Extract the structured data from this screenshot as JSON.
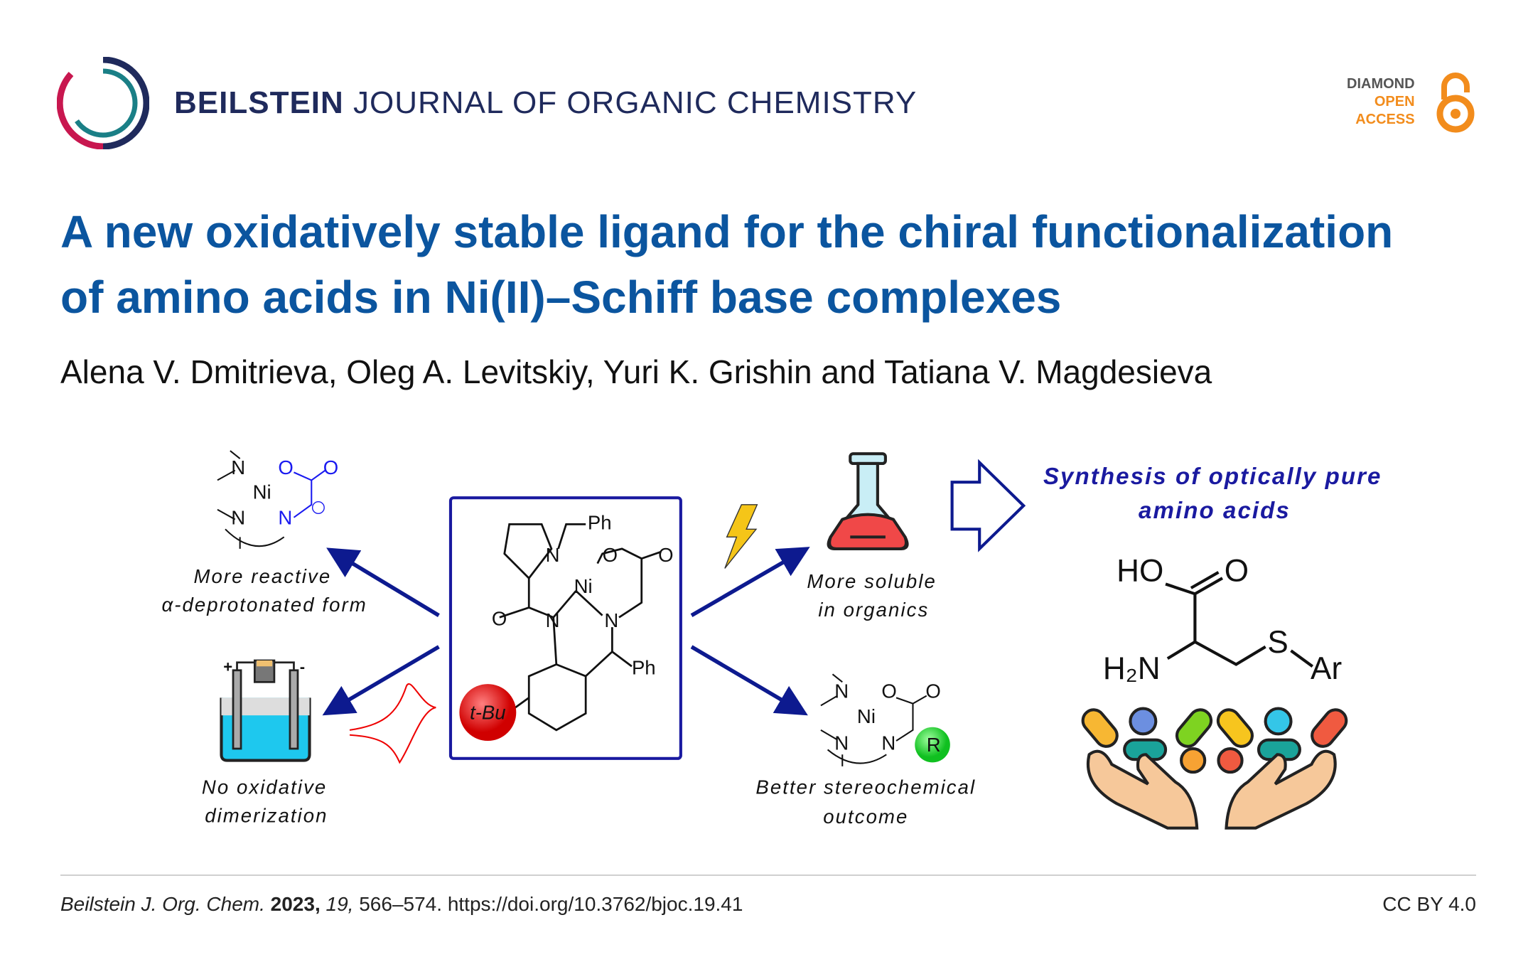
{
  "header": {
    "journal_bold": "BEILSTEIN",
    "journal_rest": "JOURNAL OF ORGANIC CHEMISTRY",
    "badge": {
      "line1": "DIAMOND",
      "line2": "OPEN",
      "line3": "ACCESS"
    }
  },
  "article": {
    "title_line1": "A new oxidatively stable ligand for the chiral functionalization",
    "title_line2": "of amino acids in Ni(II)–Schiff base complexes",
    "authors": "Alena V. Dmitrieva, Oleg A. Levitskiy, Yuri K. Grishin and Tatiana V. Magdesieva"
  },
  "graphic": {
    "cap_reactive_1": "More reactive",
    "cap_reactive_2": "α-deprotonated form",
    "cap_dimer_1": "No oxidative",
    "cap_dimer_2": "dimerization",
    "cap_soluble_1": "More soluble",
    "cap_soluble_2": "in organics",
    "cap_stereo_1": "Better stereochemical",
    "cap_stereo_2": "outcome",
    "synth_1": "Synthesis of optically pure",
    "synth_2": "amino acids",
    "tbu": "t-Bu",
    "ph": "Ph",
    "ni": "Ni",
    "n": "N",
    "o": "O",
    "r": "R",
    "ho": "HO",
    "h2n": "H₂N",
    "s": "S",
    "ar": "Ar"
  },
  "footer": {
    "journal": "Beilstein J. Org. Chem.",
    "year": "2023,",
    "volume": "19,",
    "pages": "566–574.",
    "doi": "https://doi.org/10.3762/bjoc.19.41",
    "license": "CC BY 4.0"
  },
  "colors": {
    "title": "#0b559f",
    "brand": "#1f2a5c",
    "oa": "#f28c1c",
    "arrow": "#0d1a8f"
  }
}
